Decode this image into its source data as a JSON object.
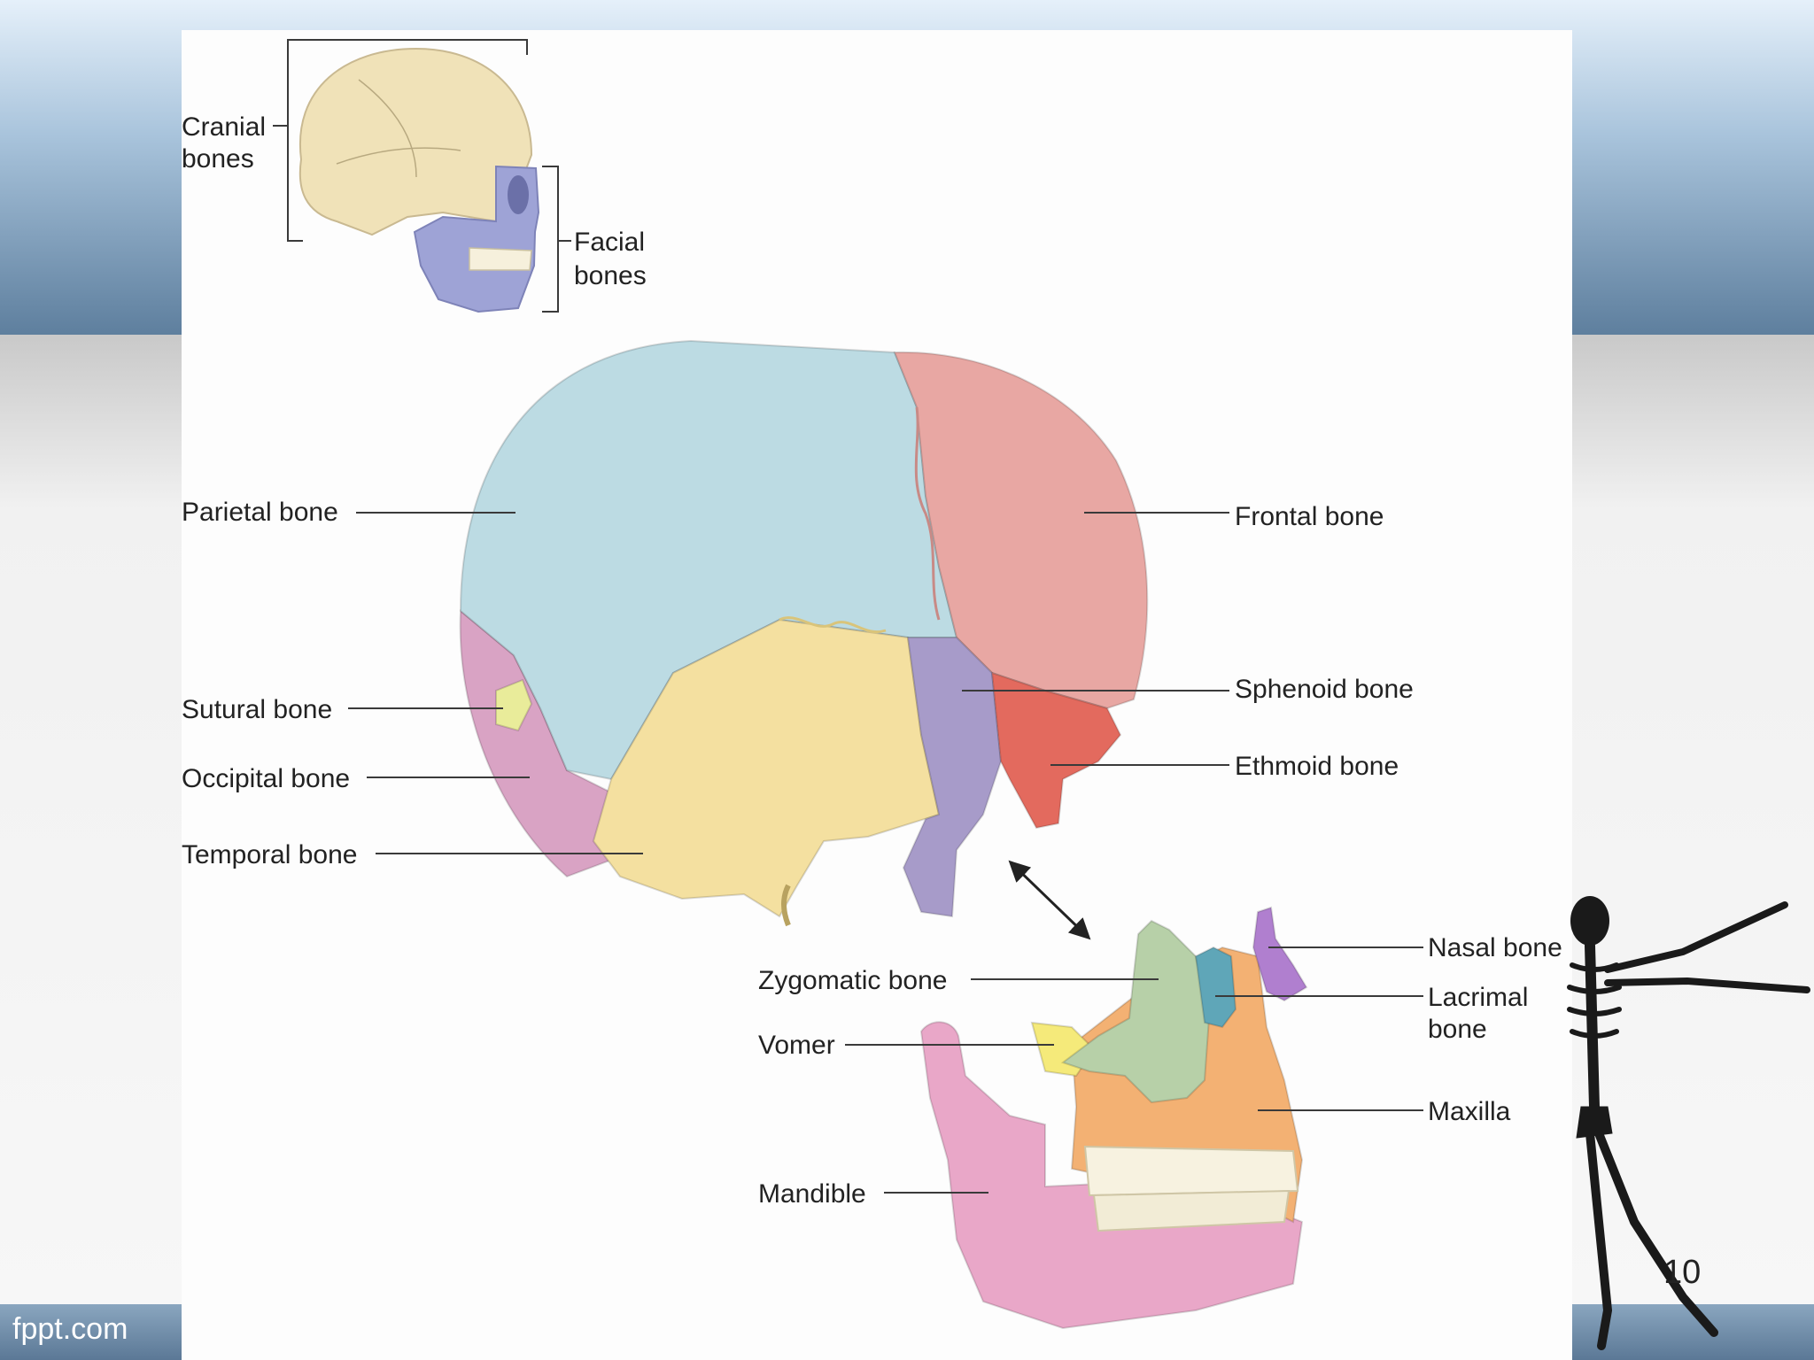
{
  "slide": {
    "footer": "fppt.com",
    "page_number": "10"
  },
  "inset": {
    "cranial_line1": "Cranial",
    "cranial_line2": "bones",
    "facial_line1": "Facial",
    "facial_line2": "bones"
  },
  "labels": {
    "parietal": "Parietal bone",
    "sutural": "Sutural bone",
    "occipital": "Occipital bone",
    "temporal": "Temporal bone",
    "frontal": "Frontal bone",
    "sphenoid": "Sphenoid bone",
    "ethmoid": "Ethmoid bone",
    "zygomatic": "Zygomatic bone",
    "vomer": "Vomer",
    "mandible": "Mandible",
    "nasal": "Nasal bone",
    "lacrimal_line1": "Lacrimal",
    "lacrimal_line2": "bone",
    "maxilla": "Maxilla"
  },
  "colors": {
    "parietal": "#bcdbe3",
    "frontal": "#e8a7a3",
    "temporal": "#f4e0a0",
    "occipital": "#d9a3c4",
    "sphenoid": "#a79bc9",
    "ethmoid": "#e36a5e",
    "sutural": "#e9ec9a",
    "zygomatic": "#b7d0a8",
    "maxilla": "#f3b173",
    "mandible": "#e9a7c8",
    "vomer": "#f5ea7a",
    "nasal": "#b07fcf",
    "lacrimal": "#5fa6b8",
    "inset_cranial": "#f0e2b8",
    "inset_facial": "#9ea3d6"
  }
}
